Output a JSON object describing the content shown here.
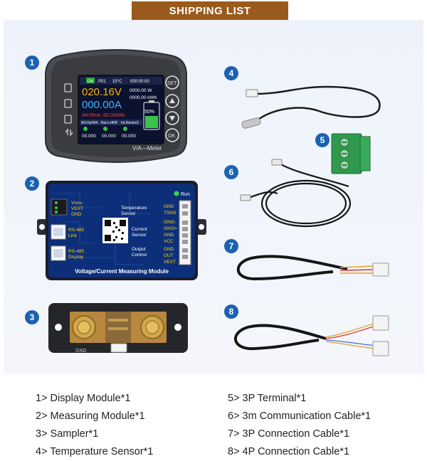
{
  "header": {
    "title": "SHIPPING LIST"
  },
  "badges": [
    "1",
    "2",
    "3",
    "4",
    "5",
    "6",
    "7",
    "8"
  ],
  "display_module": {
    "voltage": "020.16V",
    "current": "000.00A",
    "power_readout": "0000.00 W",
    "wh_readout": "0000.00 kWh",
    "remaining": "AH.Rmn.:00.000Ah",
    "battery_percent": "50%",
    "status_ok": "OK",
    "status_mode": "P01",
    "status_temp": "15°C",
    "status_time": "000:00:00",
    "tab1": "AH.Dp/Wh",
    "tab2": "Bat.Left/M",
    "tab3": "Int.ResimΩ",
    "val1": "00.000",
    "val2": "00.000",
    "val3": "00.000",
    "brand": "V/A—Meter",
    "btn_set": "SET",
    "btn_ok": "OK"
  },
  "measuring_module": {
    "run": "Run",
    "left_labels": [
      "Vsns-",
      "VEXT",
      "GND"
    ],
    "rs485_link": "RS-485\nLink",
    "rs485_display": "RS-485\nDisplay",
    "group_temp": "Temperature\nSensor",
    "group_current": "Current\nSensor",
    "group_output": "Output\nControl",
    "pins_temp": [
      "GND",
      "TSNS"
    ],
    "pins_current": [
      "ISNS-",
      "ISNS+",
      "GND",
      "VCC"
    ],
    "pins_output": [
      "GND",
      "OUT",
      "VEXT"
    ],
    "title": "Voltage/Current Measuring Module"
  },
  "sampler": {
    "label": "GND"
  },
  "items_left": [
    "1> Display Module*1",
    "2> Measuring Module*1",
    "3> Sampler*1",
    "4> Temperature Sensor*1"
  ],
  "items_right": [
    "5> 3P Terminal*1",
    "6> 3m Communication Cable*1",
    "7> 3P Connection Cable*1",
    "8> 4P Connection Cable*1"
  ]
}
